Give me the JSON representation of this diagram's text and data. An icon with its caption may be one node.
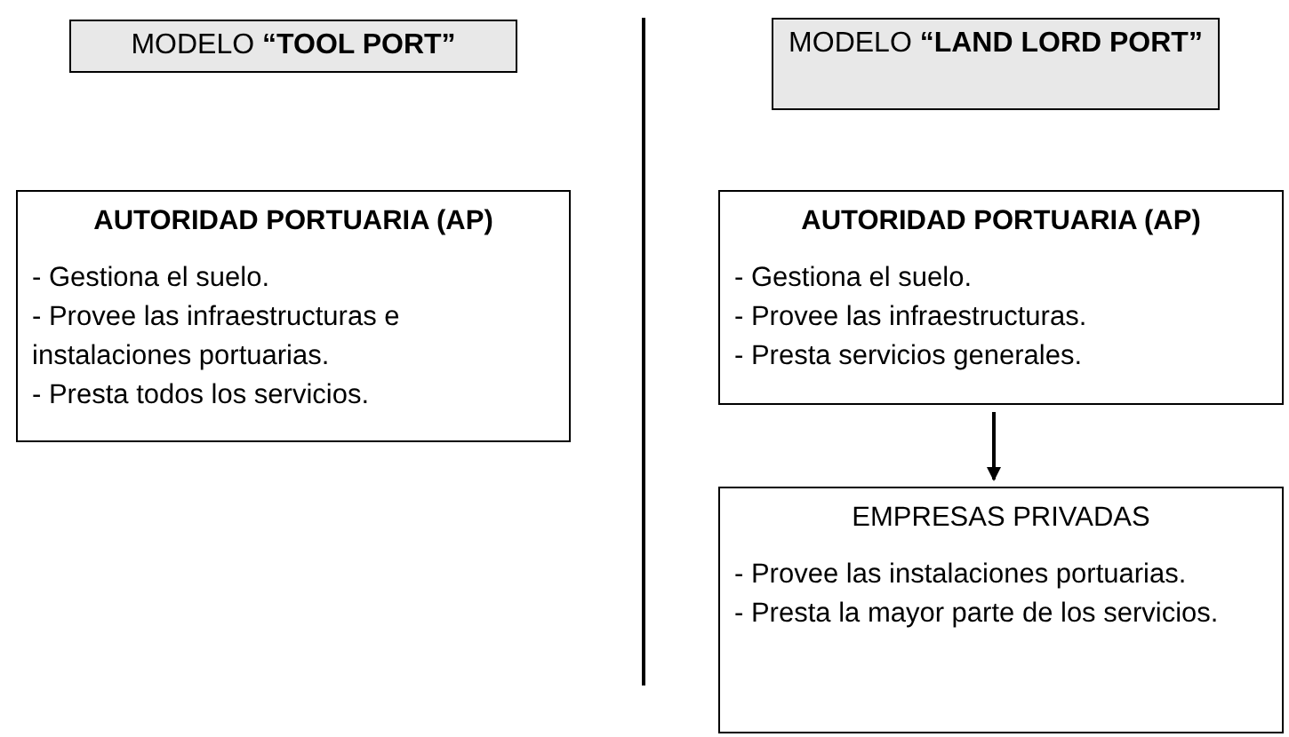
{
  "diagram": {
    "nodes": [
      {
        "text": [
          "MODELO **“TOOL PORT”**"
        ]
      },
      {
        "text": [
          "AUTORIDAD PORTUARIA (AP)",
          "- Gestiona el suelo.",
          "- Provee las infraestructuras e instalaciones portuarias.",
          "- Presta todos los servicios."
        ]
      },
      {
        "text": [
          "MODELO **“LAND LORD PORT”**"
        ]
      },
      {
        "text": [
          "AUTORIDAD PORTUARIA (AP)",
          "- Gestiona el suelo.",
          "- Provee las infraestructuras.",
          "- Presta servicios generales."
        ]
      },
      {
        "text": [
          "EMPRESAS PRIVADAS",
          "- Provee las instalaciones portuarias.",
          "- Presta la mayor parte de los servicios."
        ]
      }
    ],
    "edges": [
      {
        "from": 3,
        "to": 4,
        "arrow": "to"
      }
    ]
  }
}
